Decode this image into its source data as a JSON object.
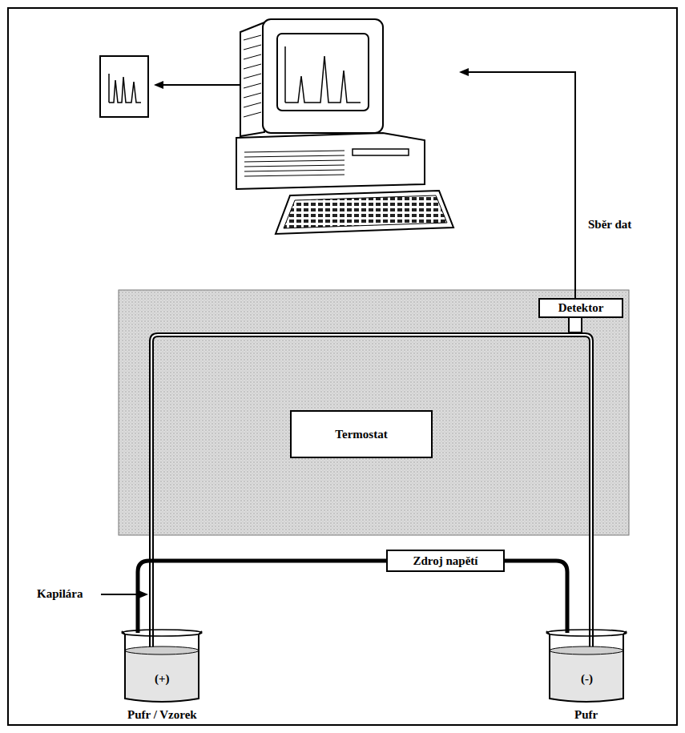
{
  "diagram": {
    "nodes": [
      {
        "text": [
          "Detektor"
        ]
      },
      {
        "text": [
          "Termostat"
        ]
      },
      {
        "text": [
          "Zdroj napětí"
        ]
      },
      {
        "text": [
          "(+)",
          "Pufr / Vzorek"
        ]
      },
      {
        "text": [
          "(-)",
          "Pufr"
        ]
      }
    ],
    "edges": [
      {
        "from": 2,
        "to": 3,
        "arrow": "none"
      },
      {
        "from": 2,
        "to": 4,
        "arrow": "none"
      }
    ],
    "labels": [
      "Sběr dat",
      "Kapilára"
    ]
  }
}
